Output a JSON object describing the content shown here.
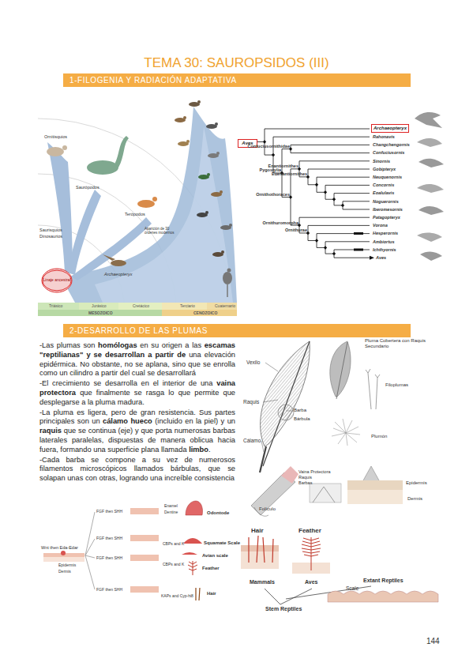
{
  "diagram": {
    "title": "TEMA 30: SAUROPSIDOS (III)",
    "nodes": [
      {
        "text": [
          "1-FILOGENIA Y RADIACIÓN ADAPTATIVA"
        ]
      },
      {
        "text": [
          "Linaje ancestral"
        ]
      },
      {
        "text": [
          "Aves"
        ]
      },
      {
        "text": [
          "Archaeopteryx"
        ]
      },
      {
        "text": [
          "2-DESARROLLO DE LAS PLUMAS"
        ]
      }
    ],
    "labels": [
      "Ornitisquios",
      "Saurópodos",
      "Terópodos",
      "Saurisquios",
      "Dinosaurios",
      "Aparición de 30 órdenes modernos",
      "Archaeopteryx",
      "Triásico",
      "Jurásico",
      "Cretácico",
      "Terciario",
      "Cuaternario",
      "MESOZOICO",
      "CENOZOICO",
      "Confuciusornithidae",
      "Enantiornithes",
      "Euenantiornithes",
      "Pygostylia",
      "Ornithothoraces",
      "Ornithuromorpha",
      "Ornithurae",
      "Rahonavis",
      "Changchengornis",
      "Confuciusornis",
      "Sinornis",
      "Gobipteryx",
      "Neuquenornis",
      "Concornis",
      "Eoalulavis",
      "Noguerornis",
      "Iberomesornis",
      "Patagopteryx",
      "Vorona",
      "Hesperornis",
      "Ambiortus",
      "Ichthyornis",
      "Aves",
      "-Las plumas son ",
      "homólogas",
      " en su origen a las ",
      "escamas \"reptilianas\" y se desarrollan a partir de",
      " una elevación epidérmica. No obstante, no se aplana, sino que se enrolla como un cilindro a partir del cual se desarrollará",
      "-El crecimiento se desarrolla en el interior de una ",
      "vaina protectora",
      " que finalmente se rasga lo que permite que desplegarse a la pluma madura.",
      "-La pluma es ligera, pero de gran resistencia. Sus partes principales son un ",
      "cálamo hueco",
      " (incluido en la piel) y un ",
      "raquis",
      " que se continua (eje) y que porta numerosas barbas laterales paralelas, dispuestas de manera oblicua hacia fuera, formando una superficie plana llamada ",
      "limbo",
      ".",
      "-Cada barba se compone a su vez de numerosos filamentos microscópicos llamados bárbulas, que se solapan unas con otras, logrando una increíble consistencia",
      "Vexilo",
      "Raquis",
      "Barba",
      "Bárbula",
      "Cálamo",
      "Pluma Cobertera con Raquis Secundario",
      "Filoplumas",
      "Plumón",
      "Vaina Protectora",
      "Raquis",
      "Barbas",
      "Folículo",
      "Epidermis",
      "Dermis",
      "Hair",
      "Feather",
      "Mammals",
      "Aves",
      "Extant Reptiles",
      "Scale",
      "Stem Reptiles",
      "Wnt then Eda-Edar",
      "Epidermis",
      "Dermis",
      "FGF then SHH",
      "Enamel",
      "Dentine",
      "Odontode",
      "FGF then SHH",
      "CBPs and K",
      "Squamate Scale",
      "FGF then SHH",
      "CBPs and K",
      "Avian scale",
      "Feather",
      "FGF then SHH",
      "KAPs and Cyp-hi8",
      "Hair",
      "144"
    ]
  }
}
